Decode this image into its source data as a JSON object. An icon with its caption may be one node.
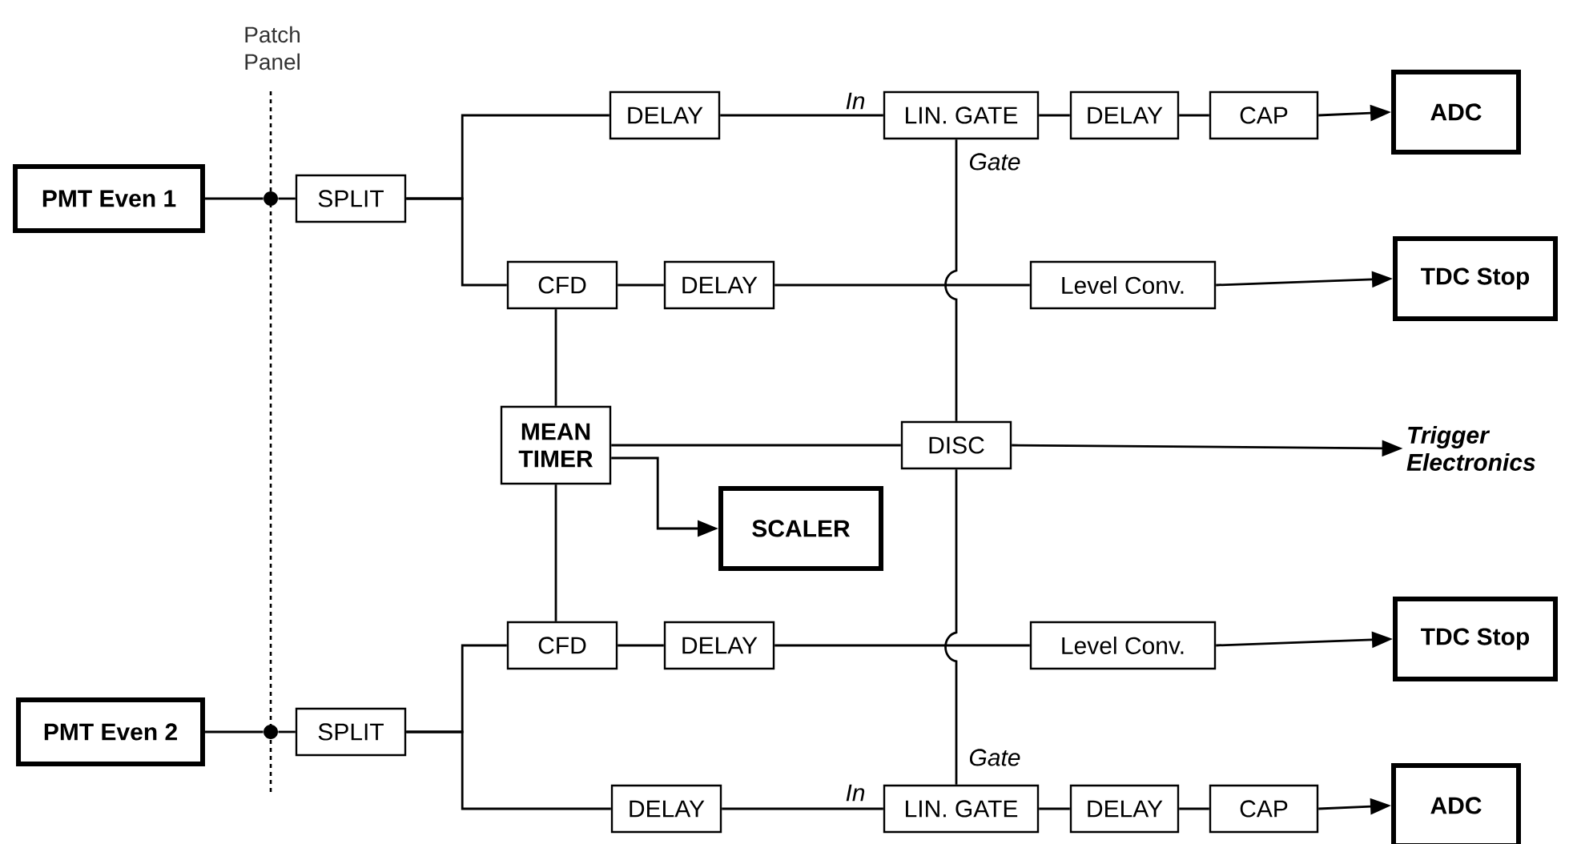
{
  "diagram": {
    "nodes": [
      {
        "text": [
          "PMT Even 1"
        ]
      },
      {
        "text": [],
        "shape": "circle"
      },
      {
        "text": [
          "SPLIT"
        ]
      },
      {
        "text": [
          "DELAY"
        ]
      },
      {
        "text": [
          "LIN. GATE"
        ]
      },
      {
        "text": [
          "DELAY"
        ]
      },
      {
        "text": [
          "CAP"
        ]
      },
      {
        "text": [
          "ADC"
        ]
      },
      {
        "text": [
          "CFD"
        ]
      },
      {
        "text": [
          "DELAY"
        ]
      },
      {
        "text": [
          "Level Conv."
        ]
      },
      {
        "text": [
          "TDC Stop"
        ]
      },
      {
        "text": [
          "MEAN TIMER"
        ]
      },
      {
        "text": [
          "DISC"
        ]
      },
      {
        "text": [
          "Trigger Electronics"
        ]
      },
      {
        "text": [
          "SCALER"
        ]
      },
      {
        "text": [
          "CFD"
        ]
      },
      {
        "text": [
          "DELAY"
        ]
      },
      {
        "text": [
          "Level Conv."
        ]
      },
      {
        "text": [
          "TDC Stop"
        ]
      },
      {
        "text": [
          "PMT Even 2"
        ]
      },
      {
        "text": [],
        "shape": "circle"
      },
      {
        "text": [
          "SPLIT"
        ]
      },
      {
        "text": [
          "DELAY"
        ]
      },
      {
        "text": [
          "LIN. GATE"
        ]
      },
      {
        "text": [
          "DELAY"
        ]
      },
      {
        "text": [
          "CAP"
        ]
      },
      {
        "text": [
          "ADC"
        ]
      }
    ],
    "edges": [
      {
        "from": 0,
        "to": 1,
        "arrow": "none"
      },
      {
        "from": 1,
        "to": 2,
        "arrow": "none"
      },
      {
        "from": 2,
        "to": 3,
        "arrow": "none"
      },
      {
        "from": 2,
        "to": 8,
        "arrow": "none"
      },
      {
        "from": 3,
        "to": 4,
        "arrow": "none",
        "label": "In"
      },
      {
        "from": 4,
        "to": 5,
        "arrow": "none"
      },
      {
        "from": 5,
        "to": 6,
        "arrow": "none"
      },
      {
        "from": 6,
        "to": 7,
        "arrow": "to"
      },
      {
        "from": 8,
        "to": 9,
        "arrow": "none"
      },
      {
        "from": 9,
        "to": 10,
        "arrow": "none"
      },
      {
        "from": 10,
        "to": 11,
        "arrow": "to"
      },
      {
        "from": 8,
        "to": 12,
        "arrow": "none"
      },
      {
        "from": 12,
        "to": 13,
        "arrow": "none"
      },
      {
        "from": 12,
        "to": 15,
        "arrow": "to"
      },
      {
        "from": 13,
        "to": 14,
        "arrow": "to"
      },
      {
        "from": 13,
        "to": 4,
        "arrow": "none",
        "label": "Gate"
      },
      {
        "from": 16,
        "to": 12,
        "arrow": "none"
      },
      {
        "from": 16,
        "to": 17,
        "arrow": "none"
      },
      {
        "from": 17,
        "to": 18,
        "arrow": "none"
      },
      {
        "from": 18,
        "to": 19,
        "arrow": "to"
      },
      {
        "from": 13,
        "to": 24,
        "arrow": "none",
        "label": "Gate"
      },
      {
        "from": 20,
        "to": 21,
        "arrow": "none"
      },
      {
        "from": 21,
        "to": 22,
        "arrow": "none"
      },
      {
        "from": 22,
        "to": 16,
        "arrow": "none"
      },
      {
        "from": 22,
        "to": 23,
        "arrow": "none"
      },
      {
        "from": 23,
        "to": 24,
        "arrow": "none",
        "label": "In"
      },
      {
        "from": 24,
        "to": 25,
        "arrow": "none"
      },
      {
        "from": 25,
        "to": 26,
        "arrow": "none"
      },
      {
        "from": 26,
        "to": 27,
        "arrow": "to"
      }
    ],
    "labels": [
      "Patch Panel"
    ]
  }
}
